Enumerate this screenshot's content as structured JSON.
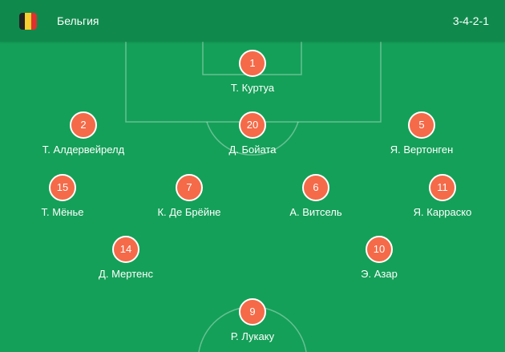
{
  "colors": {
    "pitch": "#14a058",
    "header": "#0f8a4c",
    "marker": "#f56a48",
    "flag": [
      "#222222",
      "#f6cf30",
      "#e0312f"
    ]
  },
  "header": {
    "team": "Бельгия",
    "formation": "3-4-2-1",
    "flag_icon": "belgium-flag-icon"
  },
  "players": [
    {
      "id": "gk",
      "number": "1",
      "name": "Т. Куртуа"
    },
    {
      "id": "d1",
      "number": "2",
      "name": "Т. Алдервейрелд"
    },
    {
      "id": "d2",
      "number": "20",
      "name": "Д. Бойата"
    },
    {
      "id": "d3",
      "number": "5",
      "name": "Я. Вертонген"
    },
    {
      "id": "m1",
      "number": "15",
      "name": "Т. Мёнье"
    },
    {
      "id": "m2",
      "number": "7",
      "name": "К. Де Брёйне"
    },
    {
      "id": "m3",
      "number": "6",
      "name": "А. Витсель"
    },
    {
      "id": "m4",
      "number": "11",
      "name": "Я. Карраско"
    },
    {
      "id": "a1",
      "number": "14",
      "name": "Д. Мертенс"
    },
    {
      "id": "a2",
      "number": "10",
      "name": "Э. Азар"
    },
    {
      "id": "st",
      "number": "9",
      "name": "Р. Лукаку"
    }
  ]
}
